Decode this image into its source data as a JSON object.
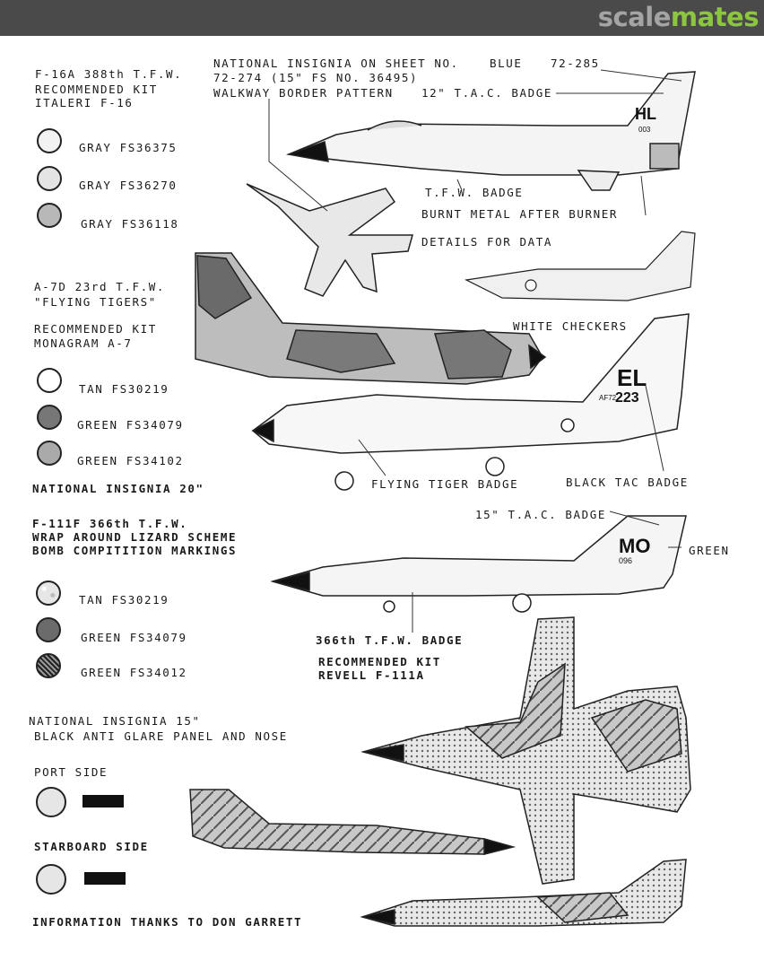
{
  "brand": {
    "part1": "scale",
    "part2": "mates"
  },
  "f16": {
    "title": "F-16A 388th T.F.W.",
    "kit_heading": "RECOMMENDED KIT",
    "kit": "ITALERI F-16",
    "colors": [
      "GRAY FS36375",
      "GRAY FS36270",
      "GRAY FS36118"
    ],
    "notes": {
      "insignia_line1": "NATIONAL INSIGNIA ON SHEET NO.",
      "blue": "BLUE",
      "sheet_no": "72-285",
      "insignia_line2": "72-274 (15\" FS NO. 36495)",
      "walkway": "WALKWAY BORDER PATTERN",
      "tac_badge": "12\" T.A.C. BADGE",
      "tfw_badge": "T.F.W. BADGE",
      "burnt": "BURNT METAL AFTER BURNER",
      "details": "DETAILS FOR DATA",
      "tail_code": "HL",
      "tail_no": "003"
    }
  },
  "a7": {
    "title": "A-7D 23rd T.F.W.",
    "subtitle": "\"FLYING TIGERS\"",
    "kit_heading": "RECOMMENDED KIT",
    "kit": "MONAGRAM A-7",
    "colors": [
      "TAN FS30219",
      "GREEN FS34079",
      "GREEN FS34102"
    ],
    "insignia": "NATIONAL INSIGNIA 20\"",
    "notes": {
      "white_checkers": "WHITE CHECKERS",
      "flying_tiger": "FLYING TIGER BADGE",
      "black_tac": "BLACK TAC BADGE",
      "tail_code": "EL",
      "tail_prefix": "AF72",
      "tail_no": "223"
    }
  },
  "f111": {
    "title": "F-111F 366th T.F.W.",
    "line2": "WRAP AROUND LIZARD SCHEME",
    "line3": "BOMB COMPITITION MARKINGS",
    "colors": [
      "TAN FS30219",
      "GREEN FS34079",
      "GREEN FS34012"
    ],
    "notes": {
      "tac_badge": "15\" T.A.C. BADGE",
      "green": "GREEN",
      "badge_366": "366th T.F.W. BADGE",
      "kit_heading": "RECOMMENDED KIT",
      "kit": "REVELL F-111A",
      "tail_code": "MO",
      "tail_no": "096"
    },
    "insignia": "NATIONAL INSIGNIA 15\"",
    "antiglare": "BLACK ANTI GLARE PANEL AND NOSE",
    "port": "PORT SIDE",
    "starboard": "STARBOARD SIDE"
  },
  "credit": "INFORMATION THANKS TO DON GARRETT"
}
